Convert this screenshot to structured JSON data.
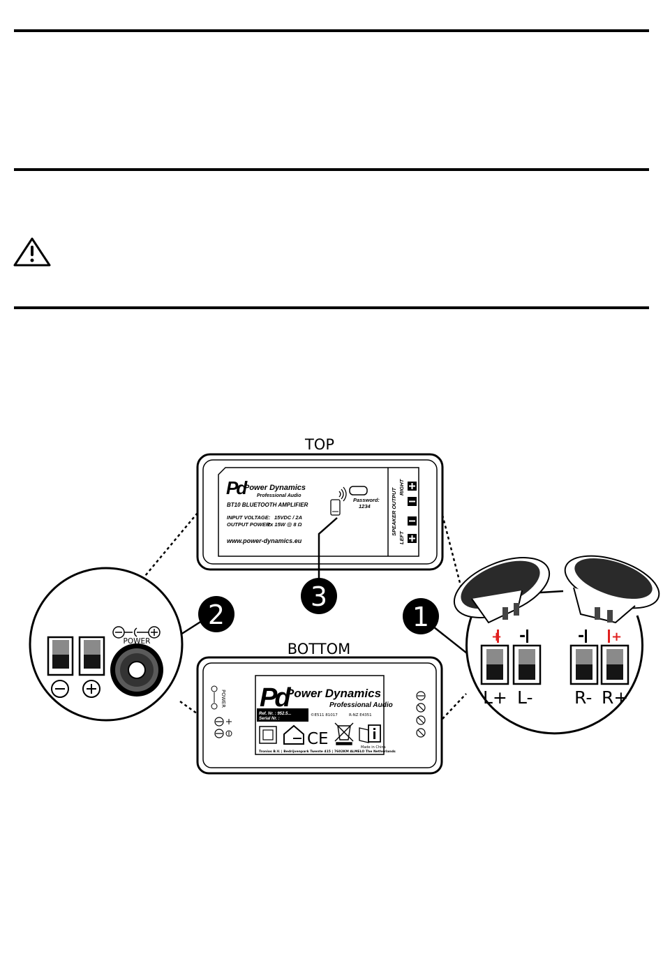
{
  "colors": {
    "line": "#000000",
    "accent_red": "#e0201f",
    "panel_fill": "#ffffff",
    "switch_dark": "#151515",
    "switch_mid": "#8a8a8a",
    "speaker_grill": "#2a2a2a"
  },
  "icons": [
    "warning-icon",
    "phone-icon",
    "bluetooth-signal-icon",
    "speaker-icon",
    "power-jack-icon",
    "screw-icon"
  ],
  "views": {
    "top": "TOP",
    "bottom": "BOTTOM"
  },
  "top_label": {
    "brand": "Power Dynamics",
    "brand_sub": "Professional Audio",
    "model": "BT10 BLUETOOTH AMPLIFIER",
    "input_voltage_label": "INPUT VOLTAGE:",
    "input_voltage_value": "15VDC / 2A",
    "output_power_label": "OUTPUT POWER:",
    "output_power_value": "2x 15W @ 8 Ω",
    "url": "www.power-dynamics.eu",
    "password_label": "Password:",
    "password_value": "1234",
    "speaker_output": "SPEAKER OUTPUT",
    "right": "RIGHT",
    "left": "LEFT"
  },
  "bottom_label": {
    "brand": "Power Dynamics",
    "brand_sub": "Professional Audio",
    "ref_label": "Ref. Nr. : 952.5...",
    "serial_label": "Serial Nr. :",
    "cert_left": "©E511 81017",
    "cert_right": "R-NZ E4351",
    "made_in": "Made in China",
    "address": "Tronios B.V. | Bedrijvenpark Twente 415 | 7602KM ALMELO The Netherlands",
    "ce": "CE",
    "power_side": "POWER"
  },
  "callouts": {
    "one": "1",
    "two": "2",
    "three": "3"
  },
  "power_detail": {
    "label": "POWER",
    "minus": "⊖",
    "plus": "⊕"
  },
  "speaker_detail": {
    "polarity": [
      "+",
      "-",
      "-",
      "+"
    ],
    "terminals": [
      "L+",
      "L-",
      "R-",
      "R+"
    ]
  }
}
